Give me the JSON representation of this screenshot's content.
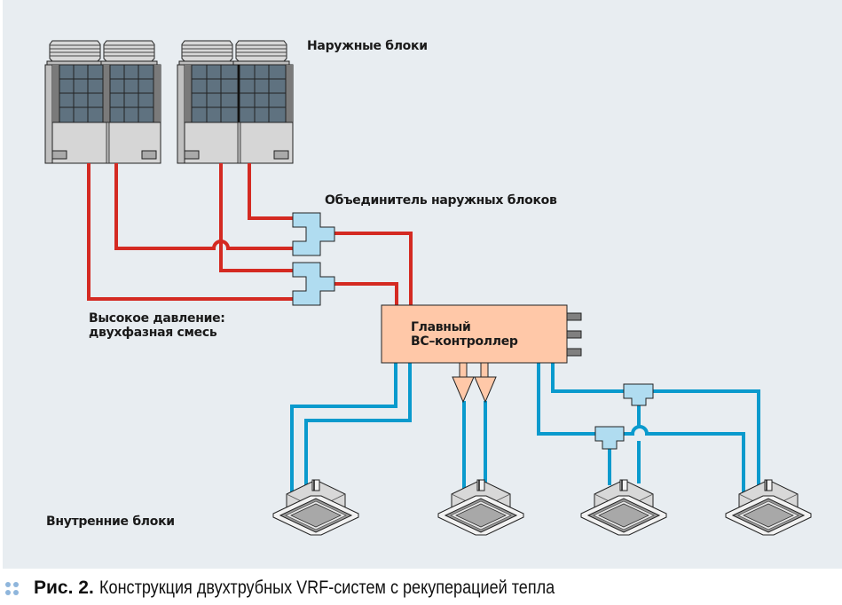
{
  "labels": {
    "outdoor_units": "Наружные блоки",
    "outdoor_joiner": "Объединитель наружных блоков",
    "high_pressure_line1": "Высокое давление:",
    "high_pressure_line2": "двухфазная смесь",
    "controller_line1": "Главный",
    "controller_line2": "BC–контроллер",
    "indoor_units": "Внутренние блоки"
  },
  "caption": {
    "prefix": "Рис. 2.",
    "text": "Конструкция двухтрубных VRF-систем с рекуперацией тепла"
  },
  "colors": {
    "background": "#e8edf1",
    "high_pressure_pipe": "#d42a22",
    "indoor_pipe": "#0a9acd",
    "joiner_fill": "#b0dcf0",
    "controller_fill": "#ffc8a8",
    "fan_grid": "#5f7280",
    "caption_dots": "#8fb6dc"
  },
  "components": {
    "outdoor_unit_count": 4,
    "outdoor_joiner_count": 2,
    "indoor_unit_count": 4,
    "controller_ports": 3,
    "indoor_branch_joints": 2,
    "controller_distributors": 2
  }
}
